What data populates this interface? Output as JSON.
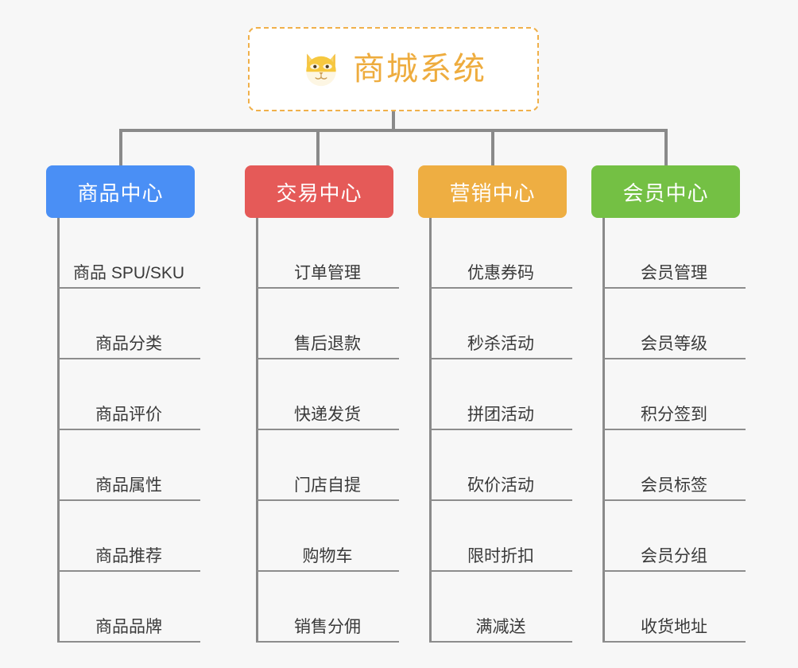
{
  "root": {
    "title": "商城系统",
    "icon": "shiba-dog-face-icon",
    "border_color": "#f0b04a",
    "text_color": "#eeac3e",
    "background": "#ffffff"
  },
  "canvas": {
    "background": "#f7f7f7",
    "connector_color": "#8a8a8a"
  },
  "columns": [
    {
      "title": "商品中心",
      "color": "#4a8ff5",
      "items": [
        "商品 SPU/SKU",
        "商品分类",
        "商品评价",
        "商品属性",
        "商品推荐",
        "商品品牌"
      ]
    },
    {
      "title": "交易中心",
      "color": "#e55a58",
      "items": [
        "订单管理",
        "售后退款",
        "快递发货",
        "门店自提",
        "购物车",
        "销售分佣"
      ]
    },
    {
      "title": "营销中心",
      "color": "#eeae42",
      "items": [
        "优惠券码",
        "秒杀活动",
        "拼团活动",
        "砍价活动",
        "限时折扣",
        "满减送"
      ]
    },
    {
      "title": "会员中心",
      "color": "#74c044",
      "items": [
        "会员管理",
        "会员等级",
        "积分签到",
        "会员标签",
        "会员分组",
        "收货地址"
      ]
    }
  ]
}
